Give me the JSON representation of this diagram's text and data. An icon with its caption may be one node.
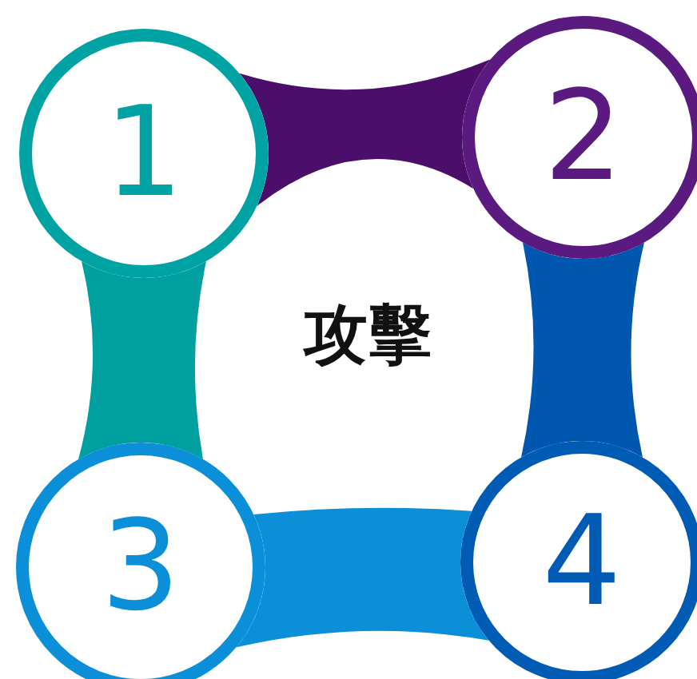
{
  "diagram": {
    "nodes": [
      {
        "text": [
          "1"
        ]
      },
      {
        "text": [
          "2"
        ]
      },
      {
        "text": [
          "攻擊"
        ]
      },
      {
        "text": [
          "3"
        ]
      },
      {
        "text": [
          "4"
        ]
      },
      {
        "text": [],
        "shape": "band"
      },
      {
        "text": [],
        "shape": "band"
      },
      {
        "text": [],
        "shape": "band"
      },
      {
        "text": [],
        "shape": "band"
      }
    ]
  }
}
